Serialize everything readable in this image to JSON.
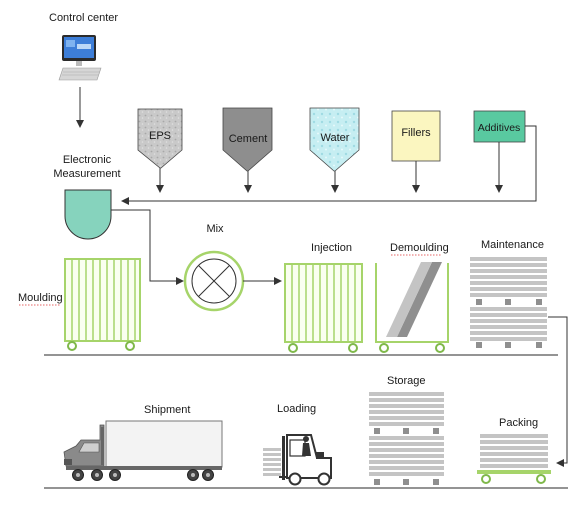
{
  "labels": {
    "control_center": "Control center",
    "electronic_1": "Electronic",
    "electronic_2": "Measurement",
    "mix": "Mix",
    "moulding": "Moulding",
    "injection": "Injection",
    "demoulding": "Demoulding",
    "maintenance": "Maintenance",
    "storage": "Storage",
    "packing": "Packing",
    "loading": "Loading",
    "shipment": "Shipment"
  },
  "materials": [
    {
      "name": "EPS",
      "shape": "hopper",
      "color": "#c8c8c8"
    },
    {
      "name": "Cement",
      "shape": "hopper",
      "color": "#8c8c8c"
    },
    {
      "name": "Water",
      "shape": "hopper",
      "color": "#bfe9ee"
    },
    {
      "name": "Fillers",
      "shape": "box",
      "color": "#fbf6c0"
    },
    {
      "name": "Additives",
      "shape": "box",
      "color": "#59c9a0"
    }
  ],
  "colors": {
    "frame": "#a6d46a",
    "wheel": "#7fb84a",
    "line": "#333333",
    "board": "#c4c4c4",
    "board_dark": "#8f8f8f",
    "measure_vessel": "#86d3bd"
  }
}
